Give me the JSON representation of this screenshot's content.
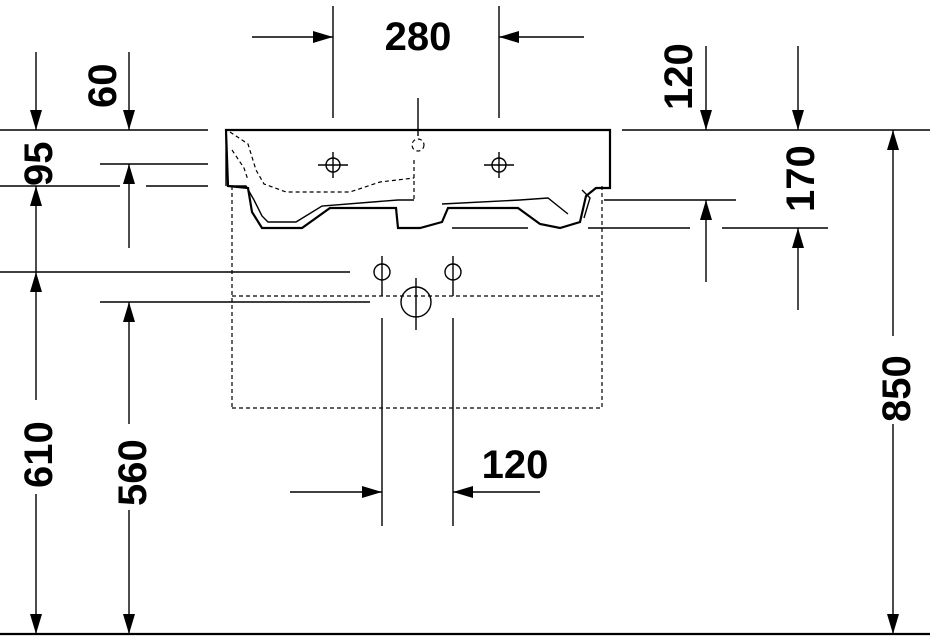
{
  "dimensions": {
    "tap_hole_spacing": "280",
    "overflow_offset": "60",
    "rim_height": "95",
    "front_offset": "120",
    "bowl_depth": "170",
    "drain_spacing": "120",
    "supply_height": "610",
    "waste_height": "560",
    "total_height": "850"
  },
  "icons": {
    "basin": "washbasin-side-elevation",
    "pedestal": "dashed-vanity-outline"
  }
}
